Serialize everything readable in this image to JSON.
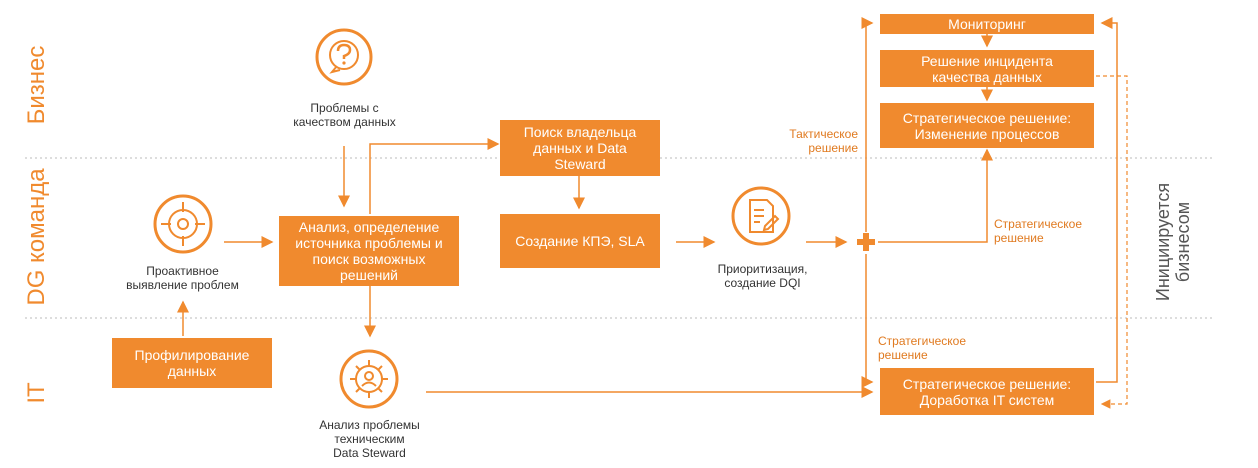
{
  "lanes": {
    "business": "Бизнес",
    "dg_team": "DG команда",
    "it": "IT"
  },
  "nodes": {
    "problems_quality": "Проблемы с\nкачеством данных",
    "proactive": "Проактивное\nвыявление проблем",
    "profiling": "Профилирование\nданных",
    "analysis": "Анализ, определение\nисточника проблемы и\nпоиск возможных\nрешений",
    "it_analysis": "Анализ проблемы\nтехническим\nData Steward",
    "find_owner": "Поиск владельца\nданных и Data\nSteward",
    "kpe_sla": "Создание КПЭ, SLA",
    "prioritization": "Приоритизация,\nсоздание DQI",
    "monitoring": "Мониторинг",
    "incident": "Решение инцидента\nкачества данных",
    "strategic_process": "Стратегическое решение:\nИзменение процессов",
    "strategic_it": "Стратегическое решение:\nДоработка IT систем"
  },
  "edge_labels": {
    "tactical": "Тактическое\nрешение",
    "strategic_dg": "Стратегическое\nрешение",
    "strategic_it": "Стратегическое\nрешение"
  },
  "side_label": "Инициируется\nбизнесом",
  "icons": {
    "question": "question-icon",
    "target": "target-icon",
    "gear": "gear-person-icon",
    "document": "document-pen-icon",
    "plus": "plus-icon"
  },
  "colors": {
    "accent": "#f08a2e",
    "text": "#333333",
    "divider": "#bbbbbb"
  }
}
